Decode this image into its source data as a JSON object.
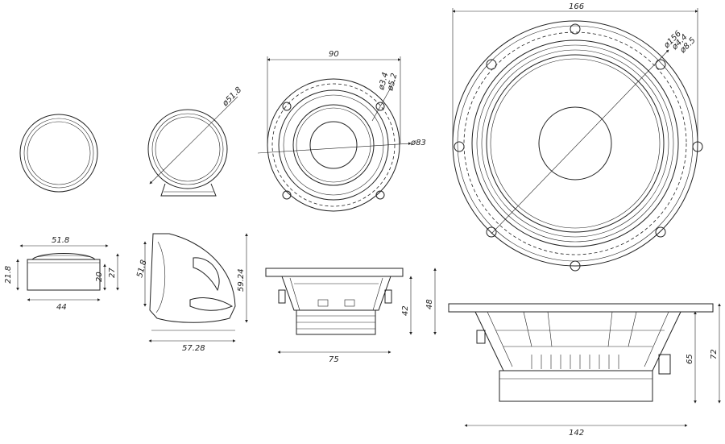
{
  "dimensions": {
    "tweeter_grille_width": "51.8",
    "tweeter_base_width": "44",
    "tweeter_height_a": "21.8",
    "tweeter_height_b": "20",
    "tweeter_height_c": "27",
    "tweeter_mount_diameter": "ø51.8",
    "tweeter_swivel_width": "51.8",
    "tweeter_swivel_depth": "57.28",
    "tweeter_swivel_height": "59.24",
    "mid_width": "90",
    "mid_hole_small": "ø3.4",
    "mid_hole_large": "ø5.2",
    "mid_outer_diameter": "ø83",
    "mid_side_width": "75",
    "mid_side_height_a": "42",
    "mid_side_height_b": "48",
    "woofer_width": "166",
    "woofer_cutout": "ø156",
    "woofer_hole_a": "ø4.4",
    "woofer_hole_b": "ø8.5",
    "woofer_depth_width": "142",
    "woofer_height_a": "65",
    "woofer_height_b": "72"
  }
}
